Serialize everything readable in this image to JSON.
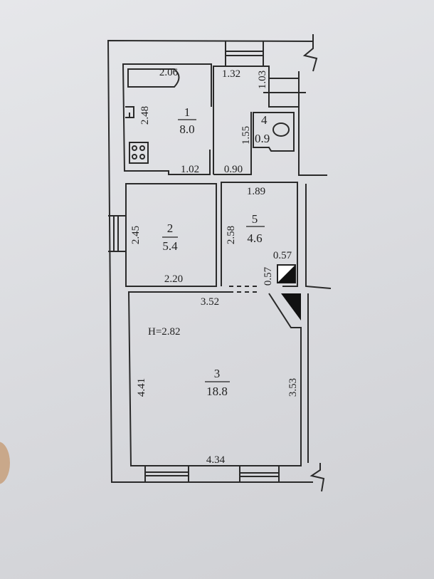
{
  "rooms": [
    {
      "number": "1",
      "area": "8.0"
    },
    {
      "number": "2",
      "area": "5.4"
    },
    {
      "number": "3",
      "area": "18.8"
    },
    {
      "number": "4",
      "area": "0.9"
    },
    {
      "number": "5",
      "area": "4.6"
    }
  ],
  "dimensions": {
    "d206": "2.06",
    "d132": "1.32",
    "d103": "1.03",
    "d248": "2.48",
    "d155": "1.55",
    "d102": "1.02",
    "d090": "0.90",
    "d189": "1.89",
    "d245": "2.45",
    "d258": "2.58",
    "d057a": "0.57",
    "d057b": "0.57",
    "d220": "2.20",
    "d352": "3.52",
    "d441": "4.41",
    "d353": "3.53",
    "d434": "4.34"
  },
  "ceiling_height": "H=2.82"
}
